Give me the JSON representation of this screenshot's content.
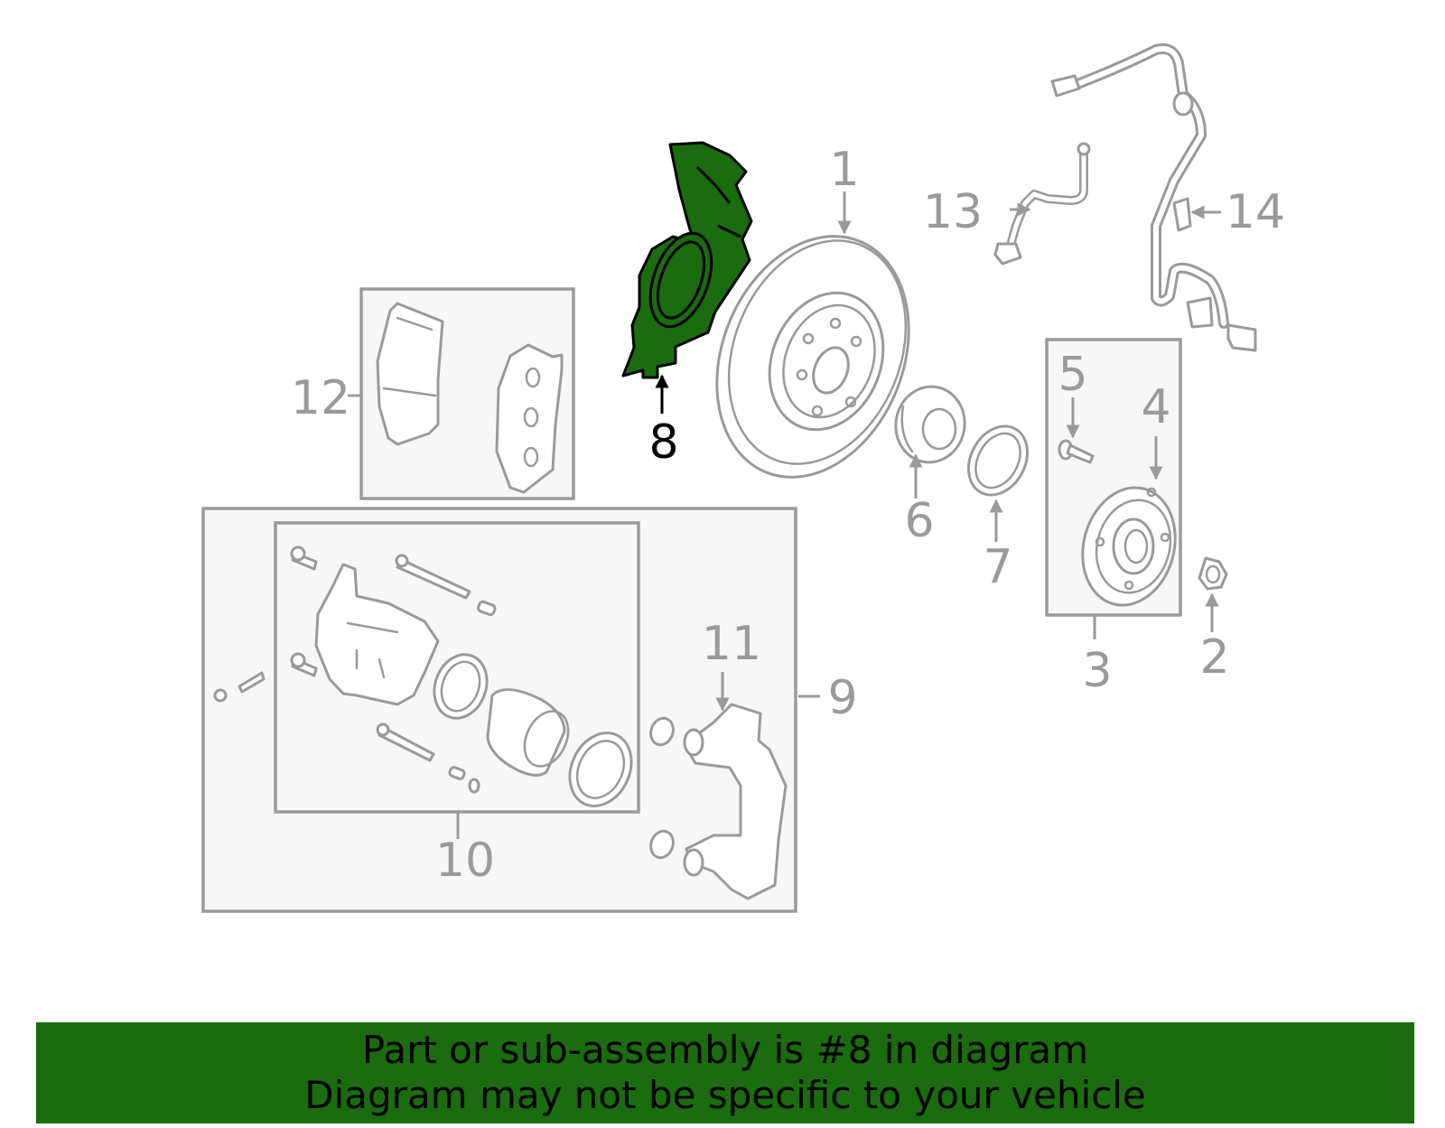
{
  "callouts": [
    "1",
    "2",
    "3",
    "4",
    "5",
    "6",
    "7",
    "8",
    "9",
    "10",
    "11",
    "12",
    "13",
    "14"
  ],
  "highlighted_part": "8",
  "colors": {
    "highlight": "#1b6b0f",
    "line": "#9a9a9a",
    "banner": "#1b6b0f"
  },
  "banner": {
    "line1": "Part or sub-assembly is #8 in diagram",
    "line2": "Diagram may not be specific to your vehicle"
  }
}
